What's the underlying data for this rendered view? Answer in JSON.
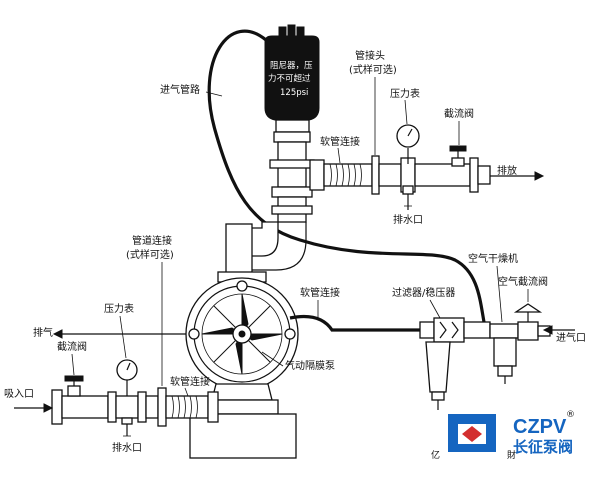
{
  "labels": {
    "damper_1": "阻尼器，压",
    "damper_2": "力不可超过",
    "damper_3": "125psi",
    "air_line": "进气管路",
    "pipe_joint_top": "管接头",
    "optional_top": "(式样可选)",
    "gauge_top": "压力表",
    "shutoff_top": "截流阀",
    "hose_top": "软管连接",
    "discharge": "排放",
    "drain_top": "排水口",
    "pipe_conn_left": "管道连接",
    "optional_left": "(式样可选)",
    "hose_mid": "软管连接",
    "filter_reg": "过滤器/稳压器",
    "air_dryer": "空气干燥机",
    "air_shutoff": "空气截流阀",
    "gauge_left": "压力表",
    "exhaust": "排气",
    "shutoff_left": "截流阀",
    "pump": "气动隔膜泵",
    "air_inlet": "进气口",
    "suction_inlet": "吸入口",
    "hose_bottom": "软管连接",
    "drain_bottom": "排水口",
    "footer_left": "亿",
    "footer_mid": "財"
  },
  "logo": {
    "brand": "CZPV",
    "cn_name": "长征泵阀",
    "reg_mark": "®",
    "brand_color": "#1565c0",
    "accent_color": "#d32f2f"
  },
  "icons": [
    "pressure-gauge-icon",
    "valve-handle-icon",
    "filter-regulator-icon",
    "air-dryer-icon",
    "diaphragm-pump-icon",
    "pulsation-damper-icon"
  ]
}
